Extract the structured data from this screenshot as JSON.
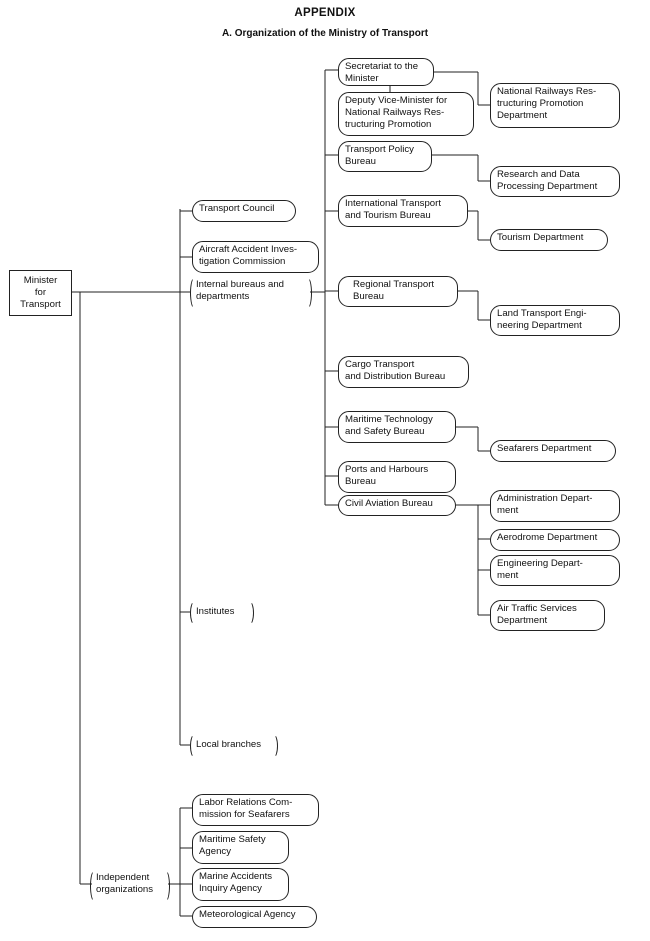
{
  "header": {
    "appendix": "APPENDIX",
    "subtitle": "A. Organization of the Ministry of Transport"
  },
  "nodes": {
    "minister": "Minister\nfor\nTransport",
    "transport_council": "Transport Council",
    "aircraft_accident": "Aircraft Accident Inves-\ntigation Commission",
    "internal_bureaus": "Internal bureaus and\ndepartments",
    "institutes": "Institutes",
    "local_branches": "Local branches",
    "independent_orgs": "Independent\norganizations",
    "secretariat": "Secretariat to the\nMinister",
    "deputy_vice_minister": "Deputy Vice-Minister for\nNational Railways Res-\ntructuring Promotion",
    "national_railways_dept": "National Railways Res-\ntructuring Promotion\nDepartment",
    "transport_policy": "Transport Policy\nBureau",
    "research_data_dept": "Research and Data\nProcessing Department",
    "intl_transport_tourism": "International Transport\nand Tourism Bureau",
    "tourism_dept": "Tourism Department",
    "regional_transport": "Regional Transport\nBureau",
    "land_transport_dept": "Land Transport Engi-\nneering Department",
    "cargo_transport": "Cargo Transport\nand Distribution Bureau",
    "maritime_tech_safety": "Maritime Technology\nand Safety Bureau",
    "seafarers_dept": "Seafarers Department",
    "ports_harbours": "Ports and Harbours\nBureau",
    "civil_aviation": "Civil Aviation Bureau",
    "administration_dept": "Administration Depart-\nment",
    "aerodrome_dept": "Aerodrome Department",
    "engineering_dept": "Engineering Depart-\nment",
    "air_traffic_dept": "Air Traffic Services\nDepartment",
    "labor_relations": "Labor Relations Com-\nmission for Seafarers",
    "maritime_safety_agency": "Maritime Safety\nAgency",
    "marine_accidents": "Marine Accidents\nInquiry Agency",
    "meteorological_agency": "Meteorological Agency"
  }
}
